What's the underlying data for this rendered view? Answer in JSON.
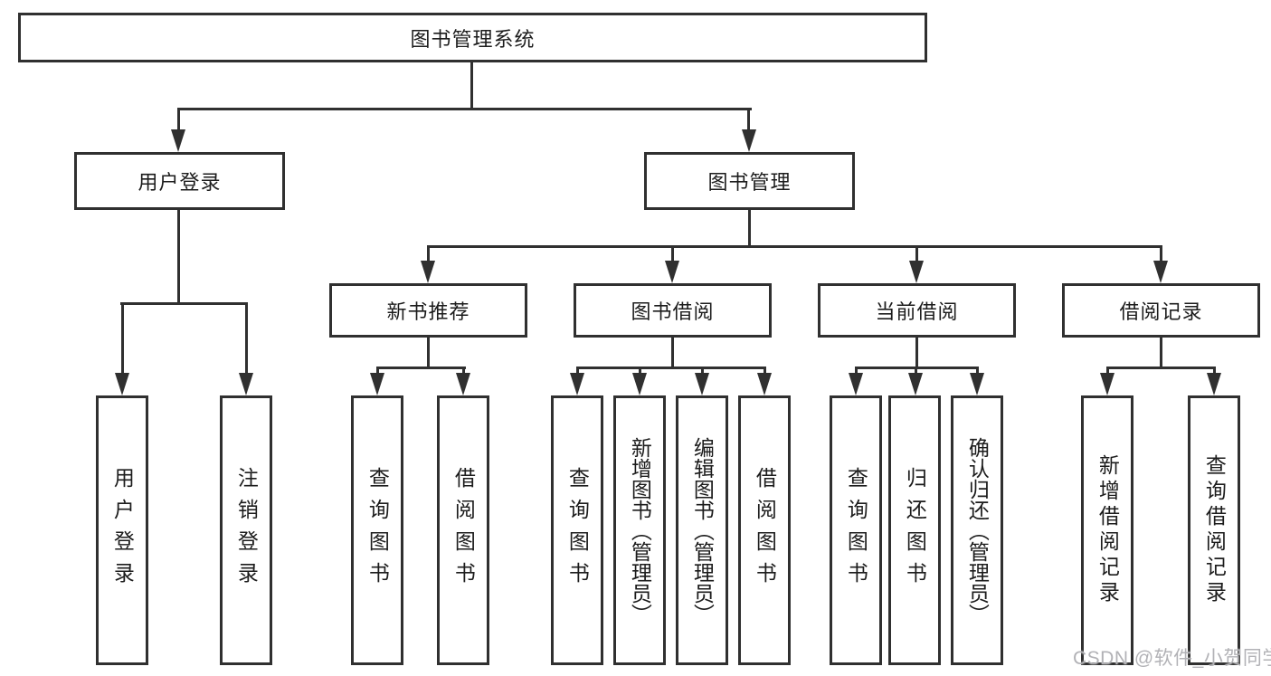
{
  "watermark": "CSDN @软件_小贺同学",
  "colors": {
    "line": "#303030",
    "text": "#1c1c1c",
    "background": "#ffffff",
    "watermark": "#b2b2b6"
  },
  "tree": {
    "label": "图书管理系统",
    "children": [
      {
        "label": "用户登录",
        "children": [
          {
            "label": "用户登录"
          },
          {
            "label": "注销登录"
          }
        ]
      },
      {
        "label": "图书管理",
        "children": [
          {
            "label": "新书推荐",
            "children": [
              {
                "label": "查询图书"
              },
              {
                "label": "借阅图书"
              }
            ]
          },
          {
            "label": "图书借阅",
            "children": [
              {
                "label": "查询图书"
              },
              {
                "label": "新增图书（管理员）"
              },
              {
                "label": "编辑图书（管理员）"
              },
              {
                "label": "借阅图书"
              }
            ]
          },
          {
            "label": "当前借阅",
            "children": [
              {
                "label": "查询图书"
              },
              {
                "label": "归还图书"
              },
              {
                "label": "确认归还（管理员）"
              }
            ]
          },
          {
            "label": "借阅记录",
            "children": [
              {
                "label": "新增借阅记录"
              },
              {
                "label": "查询借阅记录"
              }
            ]
          }
        ]
      }
    ]
  }
}
